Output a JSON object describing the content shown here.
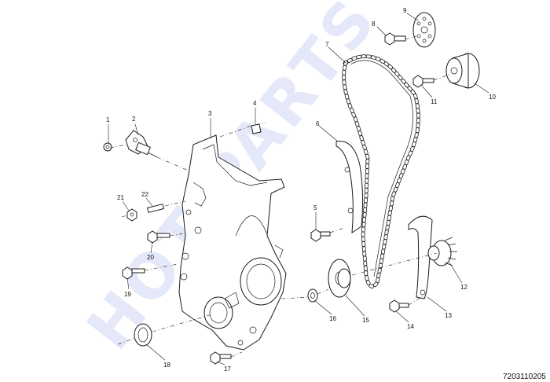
{
  "diagram": {
    "document_id": "7203110205",
    "watermark": "HOT PARTS",
    "callouts": [
      "1",
      "2",
      "3",
      "4",
      "5",
      "6",
      "7",
      "8",
      "9",
      "10",
      "11",
      "12",
      "13",
      "14",
      "15",
      "16",
      "17",
      "18",
      "19",
      "20",
      "21",
      "22"
    ]
  }
}
